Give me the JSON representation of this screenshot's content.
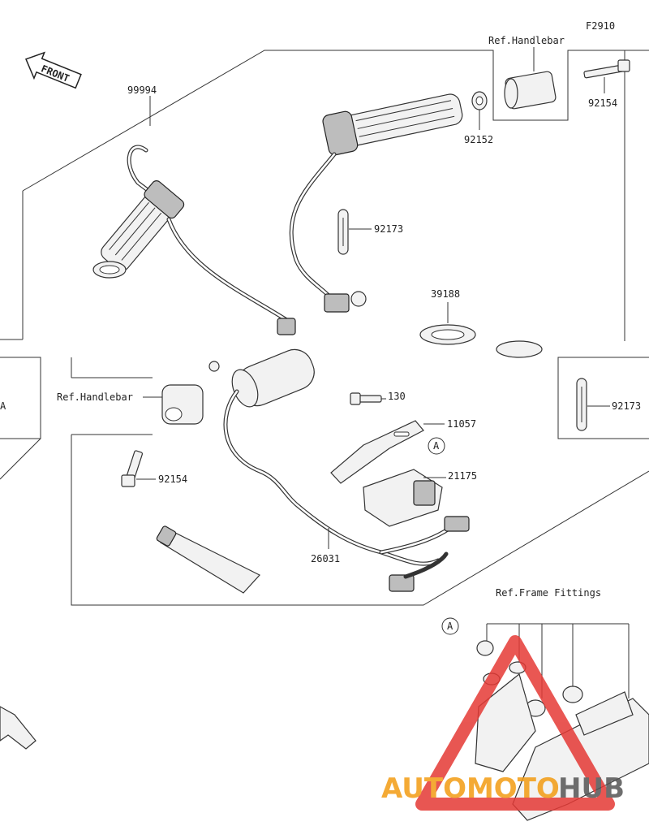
{
  "figure_code": "F2910",
  "front_label": "FRONT",
  "callouts": {
    "p99994": "99994",
    "p92152": "92152",
    "p92154_top": "92154",
    "p92173": "92173",
    "p39188": "39188",
    "p130": "130",
    "p11057": "11057",
    "p21175": "21175",
    "p26031": "26031",
    "p92154_left": "92154",
    "p92173_right": "92173",
    "ref_handlebar_top": "Ref.Handlebar",
    "ref_handlebar_left": "Ref.Handlebar",
    "ref_frame_fittings": "Ref.Frame Fittings",
    "marker_a": "A"
  },
  "watermark": {
    "part1": "AUTOMOTO",
    "part2": "HUB",
    "color_orange": "#f39c12",
    "color_dark": "#555555",
    "triangle_color": "#e53935"
  }
}
